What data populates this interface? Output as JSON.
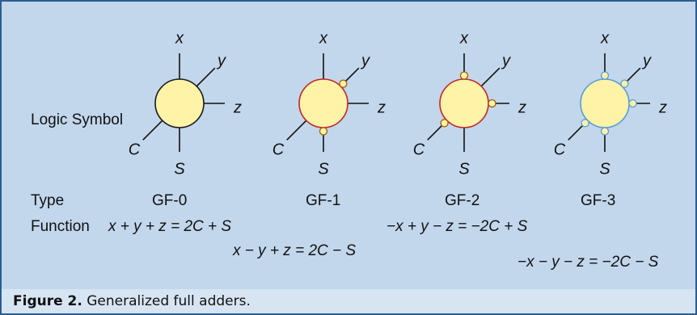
{
  "row_labels": {
    "logic_symbol": "Logic Symbol",
    "type": "Type",
    "function": "Function"
  },
  "axis_labels": {
    "x": "x",
    "y": "y",
    "z": "z",
    "C": "C",
    "S": "S"
  },
  "gates": [
    {
      "type": "GF-0",
      "ring_color": "#1a1a1a",
      "bubbles": []
    },
    {
      "type": "GF-1",
      "ring_color": "#c0272d",
      "bubbles": [
        "y",
        "S"
      ]
    },
    {
      "type": "GF-2",
      "ring_color": "#c0272d",
      "bubbles": [
        "x",
        "z",
        "C"
      ]
    },
    {
      "type": "GF-3",
      "ring_color": "#5a9bd5",
      "bubbles": [
        "x",
        "y",
        "z",
        "C",
        "S"
      ]
    }
  ],
  "functions": [
    "x + y + z = 2C + S",
    "x − y + z = 2C − S",
    "−x + y − z = −2C + S",
    "−x − y − z = −2C − S"
  ],
  "caption": {
    "title": "Figure 2.",
    "text": " Generalized full adders."
  },
  "colors": {
    "background": "#c2d7ec",
    "border": "#2c5d91",
    "gate_fill": "#fff3a8",
    "bubble_stroke": "#a05a00"
  }
}
